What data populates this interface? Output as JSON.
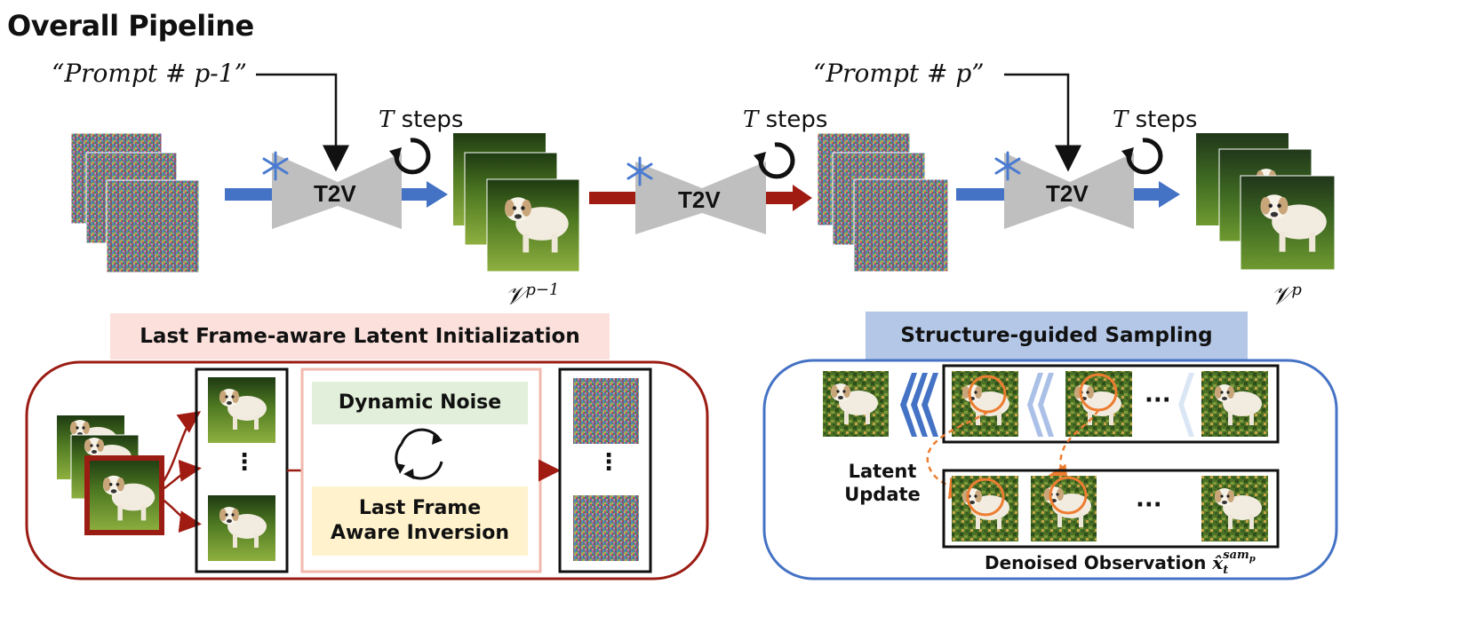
{
  "title": "Overall Pipeline",
  "prompts": {
    "prev": "“Prompt # p-1”",
    "curr": "“Prompt # p”"
  },
  "model_label": "T2V",
  "steps": {
    "var": "T",
    "word": "steps"
  },
  "video_labels": {
    "prev_base": "𝒱",
    "prev_sup": "p−1",
    "curr_base": "𝒱",
    "curr_sup": "p"
  },
  "left_section": {
    "header": "Last Frame-aware Latent Initialization",
    "dynamic_noise": "Dynamic Noise",
    "inversion_line1": "Last Frame",
    "inversion_line2": "Aware Inversion",
    "ellipsis": "⋮"
  },
  "right_section": {
    "header": "Structure-guided Sampling",
    "latent_update_line1": "Latent",
    "latent_update_line2": "Update",
    "ellipsis": "···",
    "caption_text": "Denoised Observation",
    "caption_math": "x̂",
    "caption_sub": "t",
    "caption_sup": "sam",
    "caption_supsub": "p"
  },
  "colors": {
    "blue_arrow": "#4472c4",
    "red_arrow": "#a01b12",
    "t2v_gray": "#bfbfbf",
    "left_header_bg": "#fbe0dc",
    "right_header_bg": "#b4c7e7",
    "left_frame": "#9b1c13",
    "right_frame": "#4472c4",
    "dynamic_noise_bg": "#e2efda",
    "inversion_bg": "#fff2cc",
    "orange_circle": "#ed7d31",
    "snowflake": "#4a7bd0"
  }
}
